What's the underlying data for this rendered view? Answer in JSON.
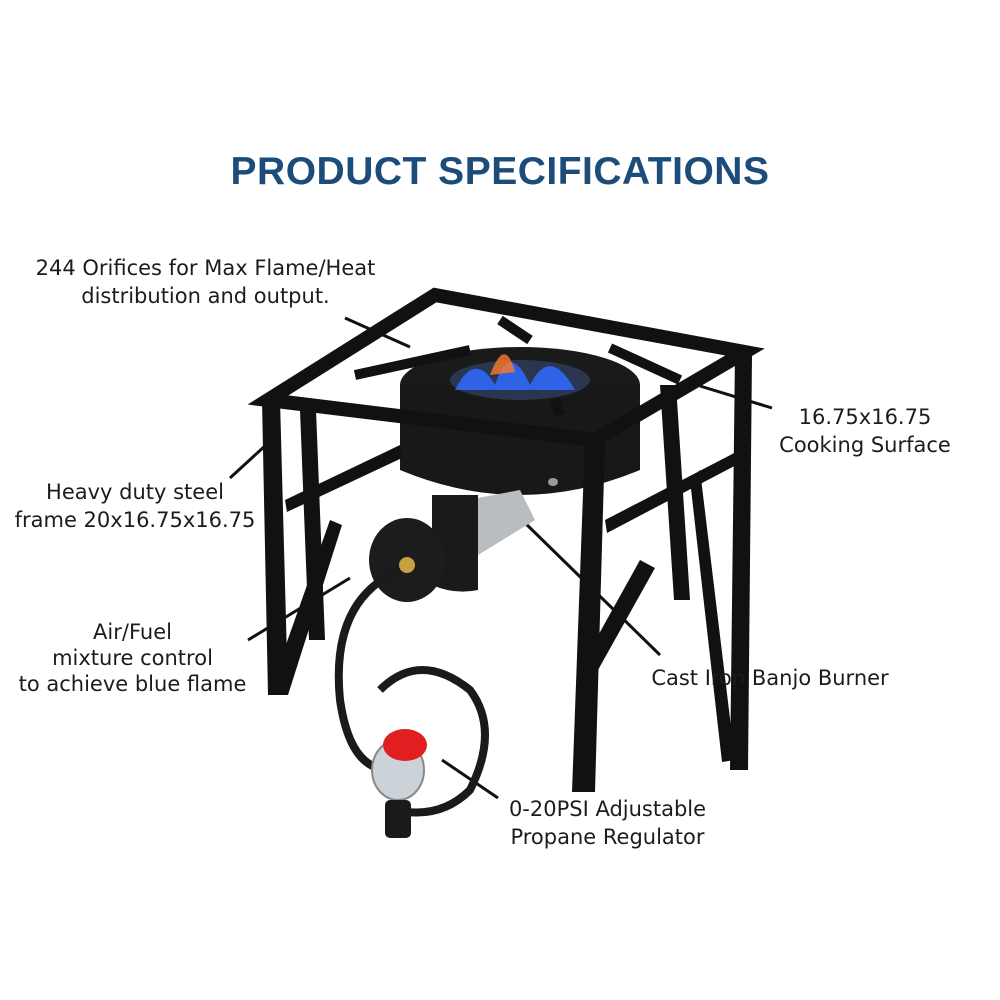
{
  "title": "PRODUCT SPECIFICATIONS",
  "callouts": {
    "orifices": [
      "244 Orifices for Max Flame/Heat",
      "distribution and output."
    ],
    "cooking_surface": [
      "16.75x16.75",
      "Cooking Surface"
    ],
    "frame": [
      "Heavy duty steel",
      "frame 20x16.75x16.75"
    ],
    "air_fuel": [
      "Air/Fuel",
      "mixture control",
      "to achieve blue flame"
    ],
    "burner": [
      "Cast Iron Banjo Burner"
    ],
    "regulator": [
      "0-20PSI Adjustable",
      "Propane Regulator"
    ]
  },
  "colors": {
    "title": "#1b4c7a",
    "frame": "#111111",
    "flame": "#2f6bff",
    "regulator_knob": "#e02020",
    "burner_tube": "#b9bcc0"
  }
}
